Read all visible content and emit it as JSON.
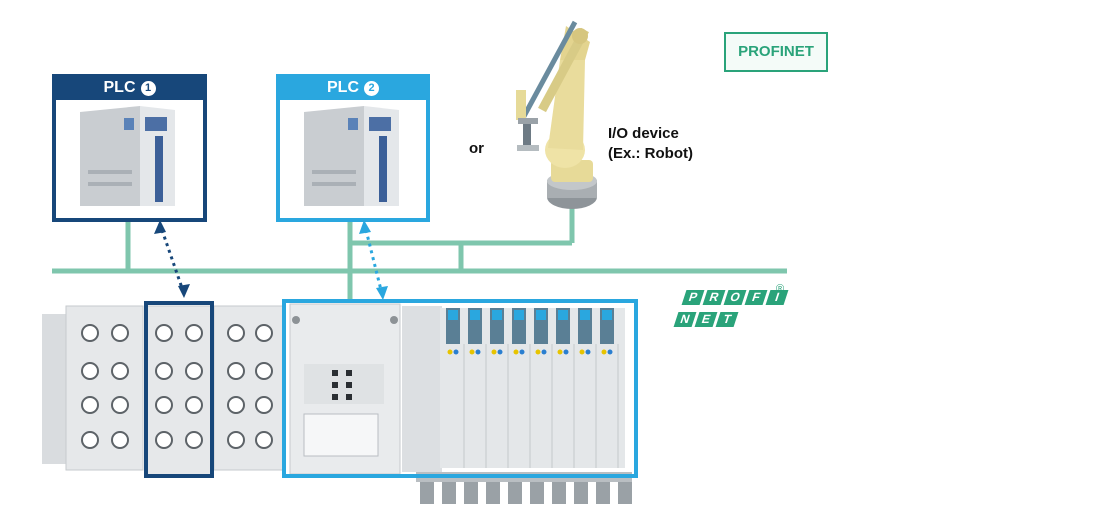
{
  "plc1": {
    "label": "PLC",
    "number": "1",
    "color": "#17477a"
  },
  "plc2": {
    "label": "PLC",
    "number": "2",
    "color": "#2aa7df"
  },
  "or_label": "or",
  "io_device": {
    "line1": "I/O device",
    "line2": "(Ex.: Robot)"
  },
  "badge": {
    "text": "PROFINET",
    "color": "#2aa37a"
  },
  "logo": {
    "row1": [
      "P",
      "R",
      "O",
      "F",
      "I"
    ],
    "row2": [
      "N",
      "E",
      "T"
    ],
    "reg": "®"
  },
  "colors": {
    "network": "#7fc6ad",
    "dark_blue": "#17477a",
    "light_blue": "#2aa7df"
  }
}
